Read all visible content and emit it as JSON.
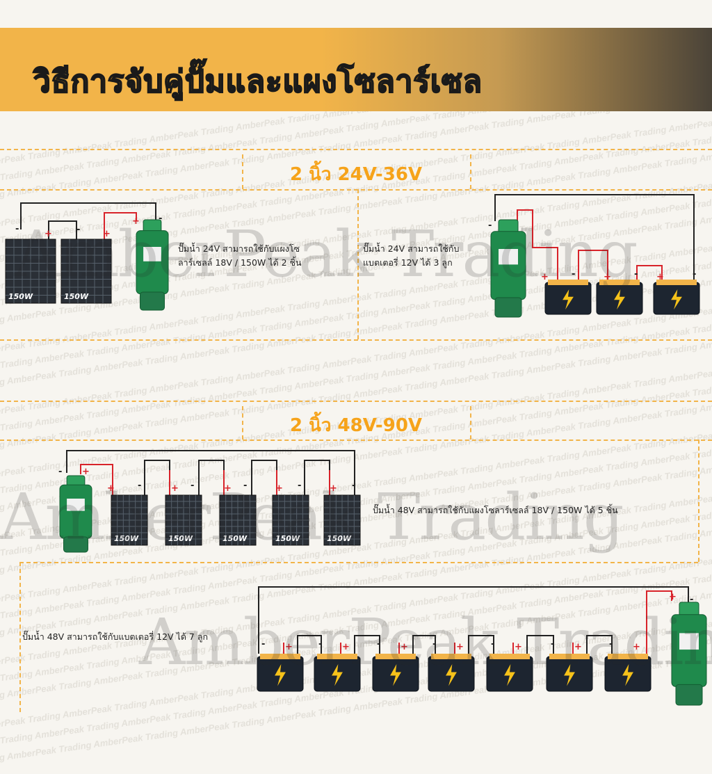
{
  "title": "วิธีการจับคู่ปั๊มและแผงโซลาร์เซล",
  "watermark_text": "AmberPeak Trading",
  "big_watermark_text": "AmberPeak Trading",
  "section1": {
    "title": "2 นิ้ว 24V-36V",
    "left_desc_line1": "ปั๊มน้ำ 24V สามารถใช้กับแผงโซ",
    "left_desc_line2": "ลาร์เซลล์ 18V / 150W ได้ 2 ชิ้น",
    "right_desc_line1": "ปั๊มน้ำ 24V สามารถใช้กับ",
    "right_desc_line2": "แบตเตอรี่ 12V ได้ 3 ลูก",
    "panel_label": "150W"
  },
  "section2": {
    "title": "2 นิ้ว 48V-90V",
    "top_desc": "ปั๊มน้ำ 48V สามารถใช้กับแผงโซลาร์เซลล์ 18V / 150W ได้ 5 ชิ้น",
    "bottom_desc": "ปั๊มน้ำ 48V สามารถใช้กับแบตเตอรี่ 12V ได้ 7 ลูก",
    "panel_label": "150W"
  },
  "colors": {
    "accent": "#f6a31a",
    "wire_pos": "#d8232a",
    "wire_neg": "#222222",
    "pump": "#1f8a4c",
    "panel": "#2a2f36",
    "battery": "#1d2530"
  },
  "icons": {
    "pump": "water-pump-icon",
    "panel": "solar-panel-icon",
    "battery": "battery-icon",
    "bolt": "lightning-bolt-icon"
  }
}
